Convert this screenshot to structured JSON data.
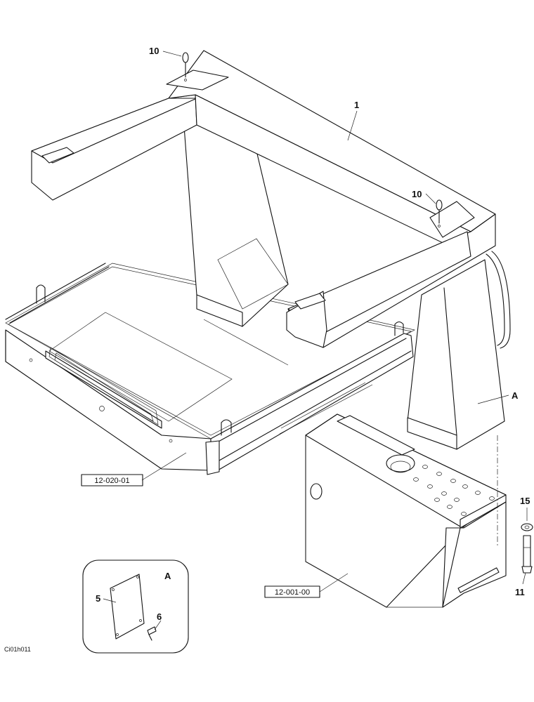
{
  "callouts": {
    "frame": "1",
    "lifting_eye_top": "10",
    "lifting_eye_right": "10",
    "washer": "15",
    "bolt": "11",
    "view_marker_main": "A",
    "view_marker_detail": "A",
    "cover_plate": "5",
    "screw": "6"
  },
  "references": {
    "platform": "12-020-01",
    "tank": "12-001-00"
  },
  "drawing_code": "Ci01h011"
}
